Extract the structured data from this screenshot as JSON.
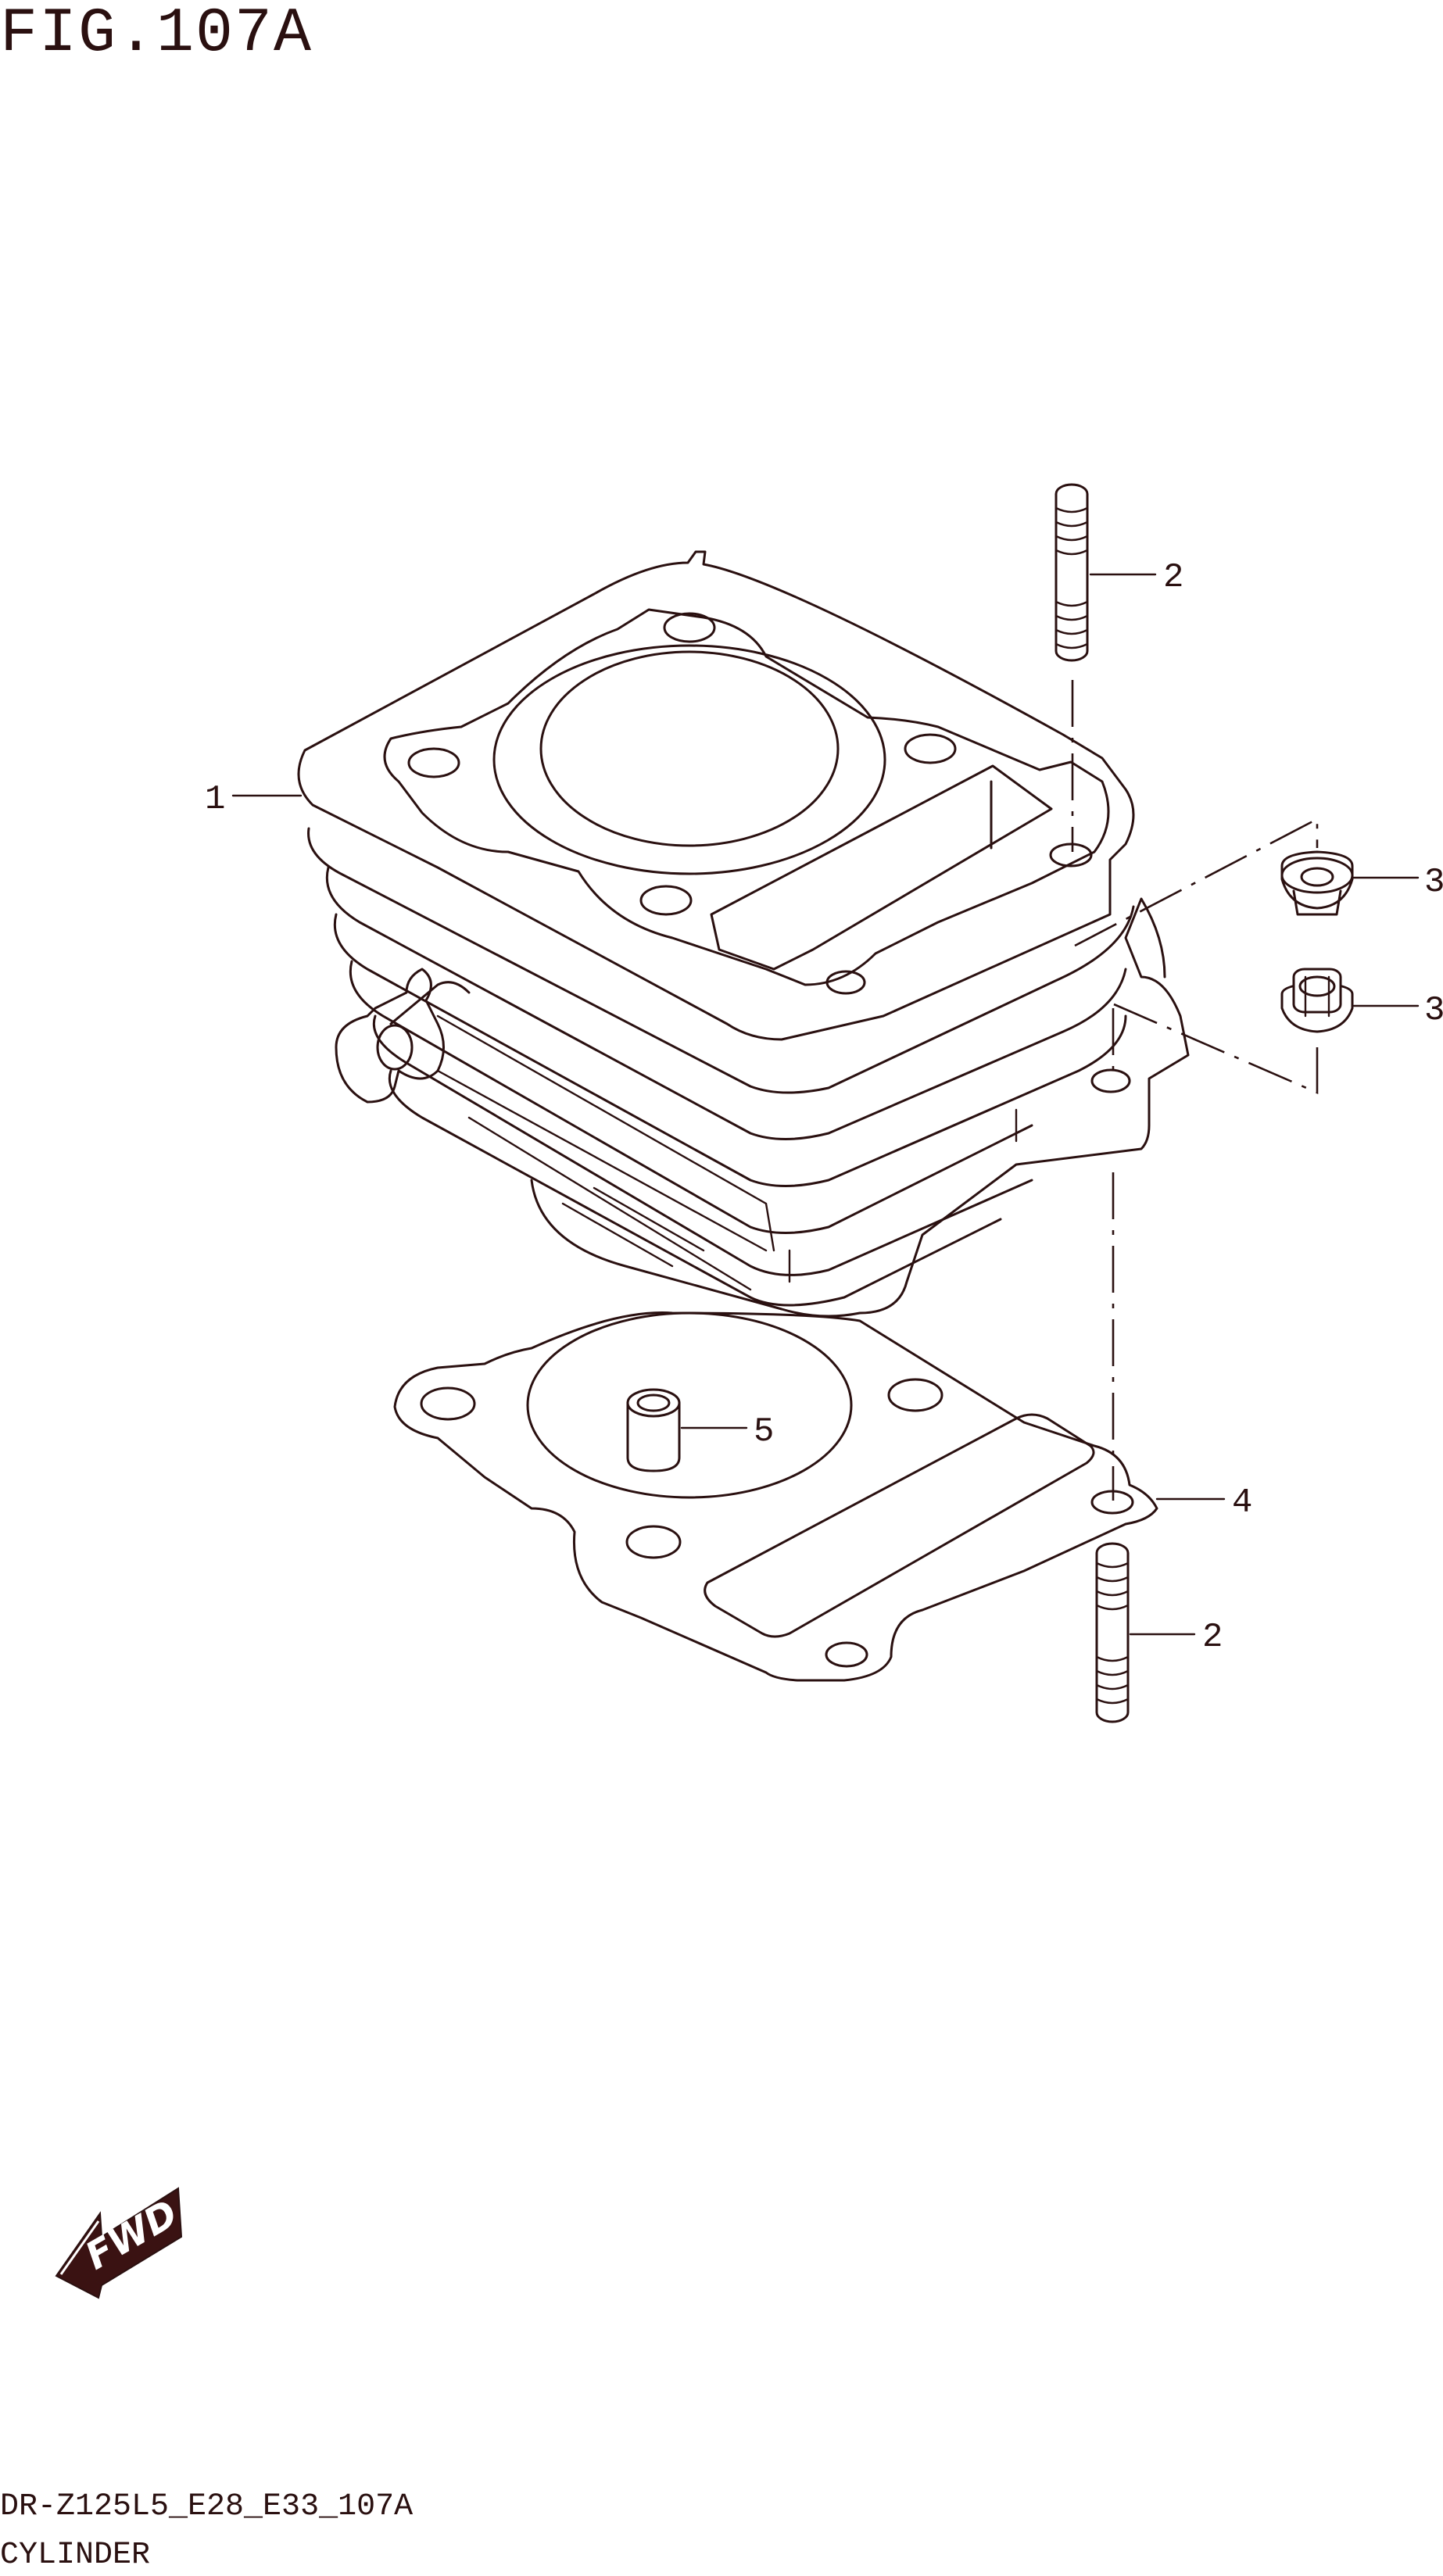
{
  "figure_title": "FIG.107A",
  "model_code": "DR-Z125L5_E28_E33_107A",
  "section_name": "CYLINDER",
  "fwd_label": "FWD",
  "callouts": [
    {
      "id": "cylinder",
      "number": "1"
    },
    {
      "id": "stud-upper",
      "number": "2"
    },
    {
      "id": "nut-a",
      "number": "3"
    },
    {
      "id": "nut-b",
      "number": "3"
    },
    {
      "id": "gasket",
      "number": "4"
    },
    {
      "id": "dowel-pin",
      "number": "5"
    },
    {
      "id": "stud-lower",
      "number": "2"
    }
  ],
  "colors": {
    "ink": "#2a1010",
    "background": "#ffffff"
  }
}
